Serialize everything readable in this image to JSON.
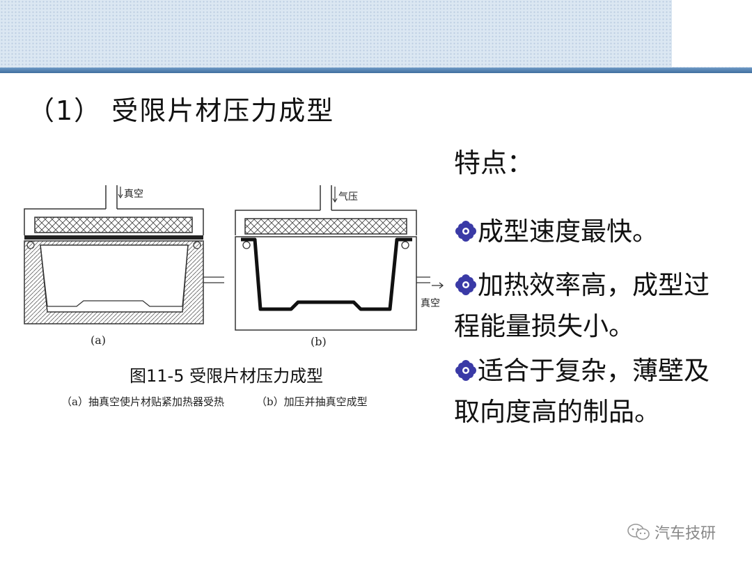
{
  "heading": "（1） 受限片材压力成型",
  "diagram": {
    "label_a": "(a)",
    "label_b": "(b)",
    "vacuum_label_a": "真空",
    "air_pressure_label_b": "气压",
    "vacuum_label_b": "真空"
  },
  "caption": {
    "title": "图11-5 受限片材压力成型",
    "sub_a": "（a）抽真空使片材贴紧加热器受热",
    "sub_b": "（b）加压并抽真空成型"
  },
  "features": {
    "title": "特点：",
    "items": [
      "成型速度最快。",
      "加热效率高，成型过程能量损失小。",
      "适合于复杂，薄壁及取向度高的制品。"
    ]
  },
  "watermark": "汽车技研",
  "colors": {
    "bullet": "#3a3aa6",
    "top_line": "#4f7fb0"
  }
}
